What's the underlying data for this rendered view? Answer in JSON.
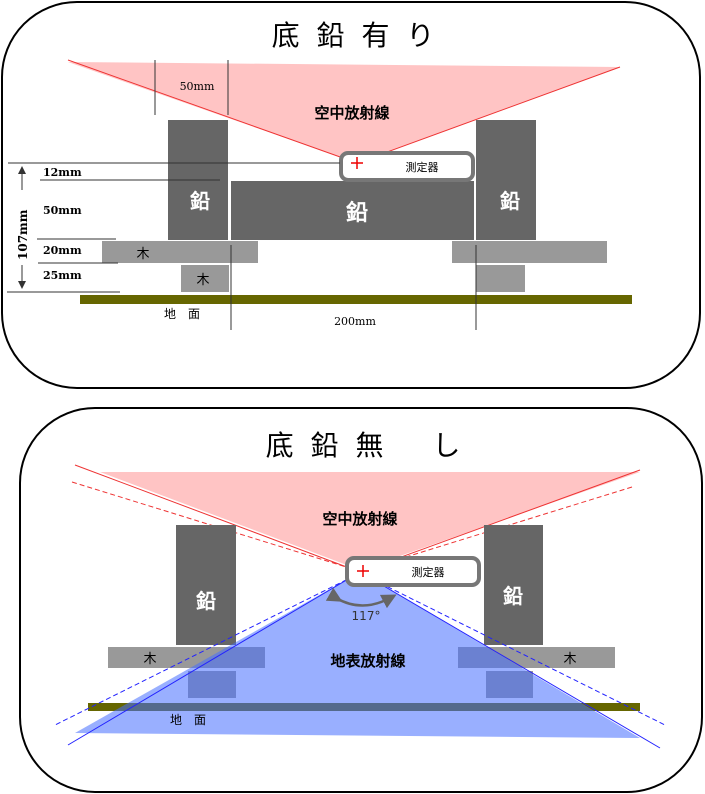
{
  "top_panel": {
    "title": "底 鉛 有 り",
    "air_radiation": "空中放射線",
    "detector": "測定器",
    "lead": "鉛",
    "wood": "木",
    "ground": "地　面",
    "dim_50mm_top": "50mm",
    "dim_12mm": "12mm",
    "dim_50mm": "50mm",
    "dim_20mm": "20mm",
    "dim_25mm": "25mm",
    "dim_total": "107mm",
    "dim_width": "200mm"
  },
  "bottom_panel": {
    "title": "底 鉛 無 　し",
    "air_radiation": "空中放射線",
    "ground_radiation": "地表放射線",
    "detector": "測定器",
    "lead": "鉛",
    "wood": "木",
    "ground": "地　面",
    "angle": "117°"
  },
  "colors": {
    "lead": "#666666",
    "wood": "#999999",
    "ground": "#666600",
    "air": "#ffc0c0",
    "ground_rad": "#6688ff"
  }
}
